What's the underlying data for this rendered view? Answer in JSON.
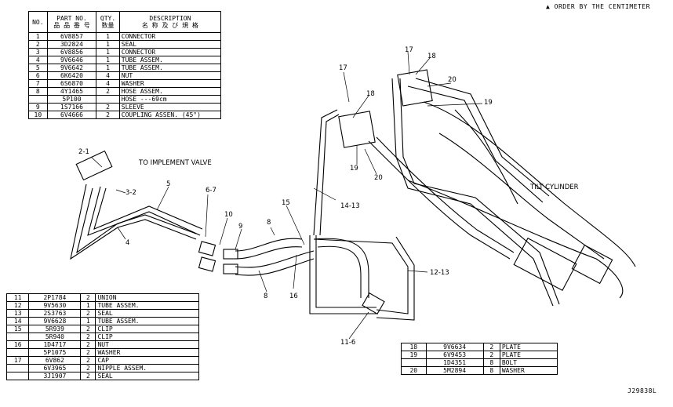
{
  "order_note": "▲ ORDER BY THE CENTIMETER",
  "drawing_no": "J29838L",
  "header": {
    "no": "NO.",
    "part_no": "PART NO.",
    "part_no_sub": "品 品 番 号",
    "qty": "QTY.",
    "qty_sub": "数量",
    "desc": "DESCRIPTION",
    "desc_sub": "名 称 及 び 規 格"
  },
  "parts_top": [
    {
      "no": "1",
      "part": "6V8857",
      "qty": "1",
      "desc": "CONNECTOR"
    },
    {
      "no": "2",
      "part": "3D2824",
      "qty": "1",
      "desc": "SEAL"
    },
    {
      "no": "3",
      "part": "6V8856",
      "qty": "1",
      "desc": "CONNECTOR"
    },
    {
      "no": "4",
      "part": "9V6646",
      "qty": "1",
      "desc": "TUBE ASSEM."
    },
    {
      "no": "5",
      "part": "9V6642",
      "qty": "1",
      "desc": "TUBE ASSEM."
    },
    {
      "no": "6",
      "part": "6K6420",
      "qty": "4",
      "desc": "NUT"
    },
    {
      "no": "7",
      "part": "6S6870",
      "qty": "4",
      "desc": "WASHER"
    },
    {
      "no": "8",
      "part": "4Y1465",
      "qty": "2",
      "desc": "HOSE ASSEM."
    },
    {
      "no": "",
      "part": "5P100",
      "qty": "",
      "desc": "HOSE ---69cm"
    },
    {
      "no": "9",
      "part": "1S7166",
      "qty": "2",
      "desc": "SLEEVE"
    },
    {
      "no": "10",
      "part": "6V4666",
      "qty": "2",
      "desc": "COUPLING ASSEN. (45°)"
    }
  ],
  "parts_bottom": [
    {
      "no": "11",
      "part": "2P1784",
      "qty": "2",
      "desc": "UNION"
    },
    {
      "no": "12",
      "part": "9V5630",
      "qty": "1",
      "desc": "TUBE ASSEM."
    },
    {
      "no": "13",
      "part": "2S3763",
      "qty": "2",
      "desc": "SEAL"
    },
    {
      "no": "14",
      "part": "9V6628",
      "qty": "1",
      "desc": "TUBE ASSEM."
    },
    {
      "no": "15",
      "part": "5R939",
      "qty": "2",
      "desc": "CLIP"
    },
    {
      "no": "",
      "part": "5R940",
      "qty": "2",
      "desc": "CLIP"
    },
    {
      "no": "16",
      "part": "1D4717",
      "qty": "2",
      "desc": "NUT"
    },
    {
      "no": "",
      "part": "5P1075",
      "qty": "2",
      "desc": "WASHER"
    },
    {
      "no": "17",
      "part": "6V862",
      "qty": "2",
      "desc": "CAP"
    },
    {
      "no": "",
      "part": "6V3965",
      "qty": "2",
      "desc": "NIPPLE ASSEM."
    },
    {
      "no": "",
      "part": "3J1907",
      "qty": "2",
      "desc": "SEAL"
    }
  ],
  "parts_right": [
    {
      "no": "18",
      "part": "9V6634",
      "qty": "2",
      "desc": "PLATE"
    },
    {
      "no": "19",
      "part": "6V9453",
      "qty": "2",
      "desc": "PLATE"
    },
    {
      "no": "",
      "part": "1D4351",
      "qty": "8",
      "desc": "BOLT"
    },
    {
      "no": "20",
      "part": "5M2894",
      "qty": "8",
      "desc": "WASHER"
    }
  ],
  "labels": {
    "to_valve": "TO IMPLEMENT VALVE",
    "tilt_cyl": "TILT CYLINDER",
    "c2_1": "2-1",
    "c3_2": "3-2",
    "c4": "4",
    "c5": "5",
    "c6_7": "6-7",
    "c8a": "8",
    "c8b": "8",
    "c9": "9",
    "c10": "10",
    "c11_6": "11-6",
    "c12_13": "12-13",
    "c14_13": "14-13",
    "c15": "15",
    "c16": "16",
    "c17a": "17",
    "c17b": "17",
    "c18a": "18",
    "c18b": "18",
    "c19a": "19",
    "c19b": "19",
    "c20a": "20",
    "c20b": "20"
  }
}
